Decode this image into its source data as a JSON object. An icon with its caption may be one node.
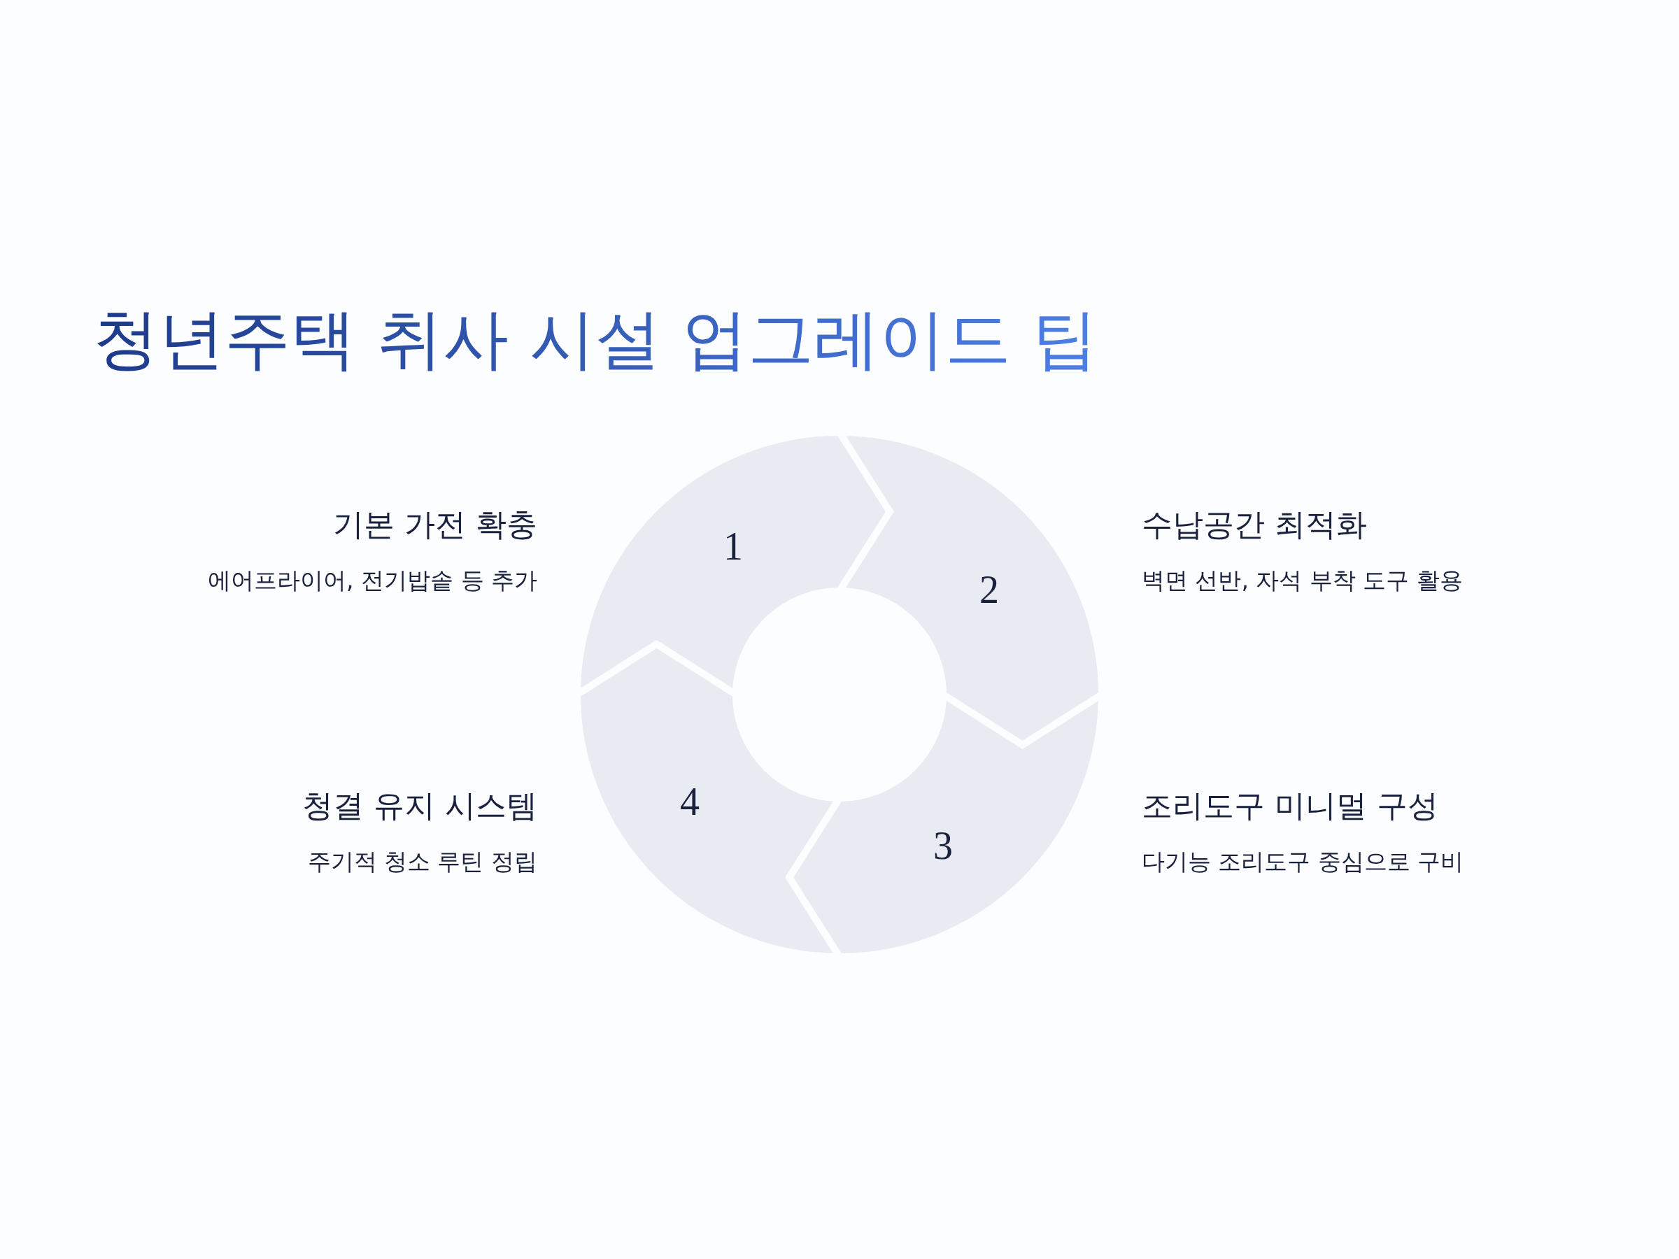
{
  "diagram": {
    "title": "청년주택 취사 시설 업그레이드 팁",
    "nodes": [
      {
        "text": [
          "1"
        ],
        "beside": [
          "기본 가전 확충",
          "에어프라이어, 전기밥솥 등 추가"
        ]
      },
      {
        "text": [
          "2"
        ],
        "beside": [
          "수납공간 최적화",
          "벽면 선반, 자석 부착 도구 활용"
        ]
      },
      {
        "text": [
          "3"
        ],
        "beside": [
          "조리도구 미니멀 구성",
          "다기능 조리도구 중심으로 구비"
        ]
      },
      {
        "text": [
          "4"
        ],
        "beside": [
          "청결 유지 시스템",
          "주기적 청소 루틴 정립"
        ]
      }
    ]
  }
}
